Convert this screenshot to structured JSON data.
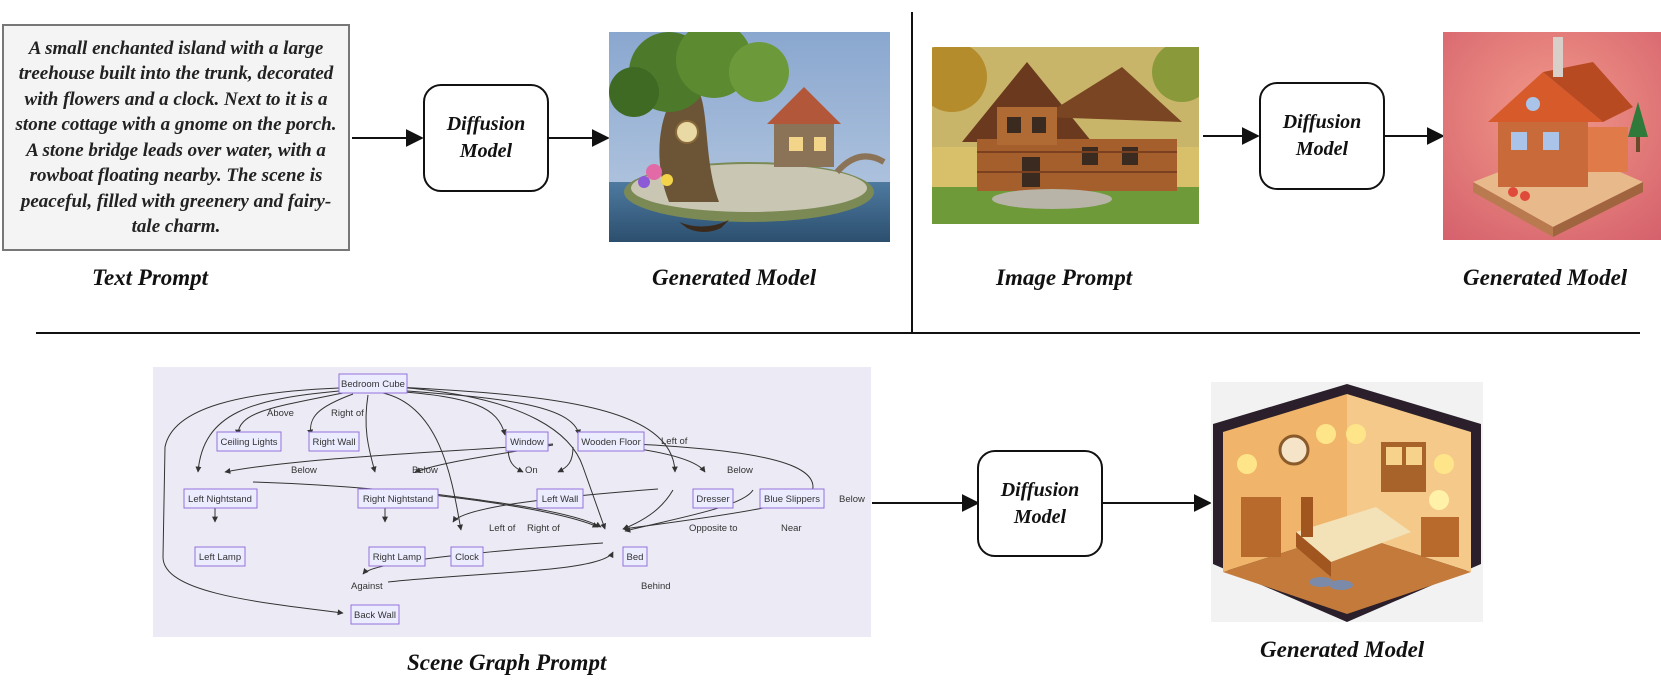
{
  "text_prompt": {
    "text": "A small enchanted island with a large treehouse built into the trunk, decorated with flowers and a clock. Next to it is a stone cottage with a gnome on the porch. A stone bridge leads over water, with a rowboat floating nearby. The scene is peaceful, filled with greenery and fairy-tale charm.",
    "caption": "Text Prompt"
  },
  "diffusion_model_label": "Diffusion Model",
  "captions": {
    "generated_model_1": "Generated Model",
    "image_prompt": "Image Prompt",
    "generated_model_2": "Generated Model",
    "scene_graph_prompt": "Scene Graph Prompt",
    "generated_model_3": "Generated Model"
  },
  "scene_graph": {
    "nodes": {
      "bedroom_cube": "Bedroom Cube",
      "ceiling_lights": "Ceiling Lights",
      "right_wall": "Right Wall",
      "window": "Window",
      "wooden_floor": "Wooden Floor",
      "left_nightstand": "Left Nightstand",
      "right_nightstand": "Right Nightstand",
      "left_wall": "Left Wall",
      "dresser": "Dresser",
      "blue_slippers": "Blue Slippers",
      "left_lamp": "Left Lamp",
      "right_lamp": "Right Lamp",
      "clock": "Clock",
      "bed": "Bed",
      "back_wall": "Back Wall"
    },
    "edge_labels": {
      "above": "Above",
      "right_of_1": "Right of",
      "left_of_1": "Left of",
      "below_1": "Below",
      "below_2": "Below",
      "on": "On",
      "below_3": "Below",
      "below_4": "Below",
      "left_of_2": "Left of",
      "right_of_2": "Right of",
      "opposite_to": "Opposite to",
      "near": "Near",
      "against": "Against",
      "behind": "Behind"
    }
  },
  "colors": {
    "node_fill": "#ececff",
    "node_border": "#9370db",
    "scene_graph_bg": "#ecebf5",
    "text_prompt_bg": "#f4f4f4"
  }
}
